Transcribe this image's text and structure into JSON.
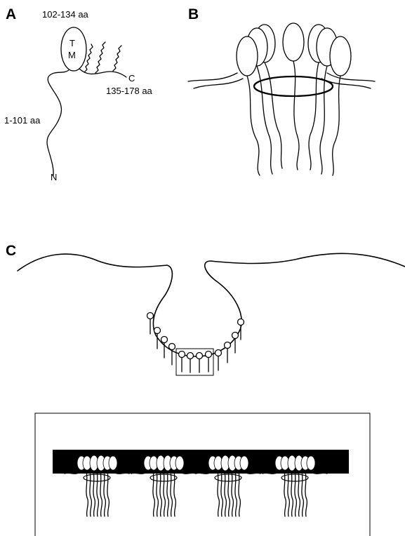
{
  "panels": {
    "a": {
      "letter": "A",
      "tm_top": "T",
      "tm_bottom": "M",
      "label_tm_range": "102-134 aa",
      "label_c_range": "135-178 aa",
      "label_n_range": "1-101 aa",
      "label_c": "C",
      "label_n": "N"
    },
    "b": {
      "letter": "B"
    },
    "c": {
      "letter": "C"
    }
  }
}
